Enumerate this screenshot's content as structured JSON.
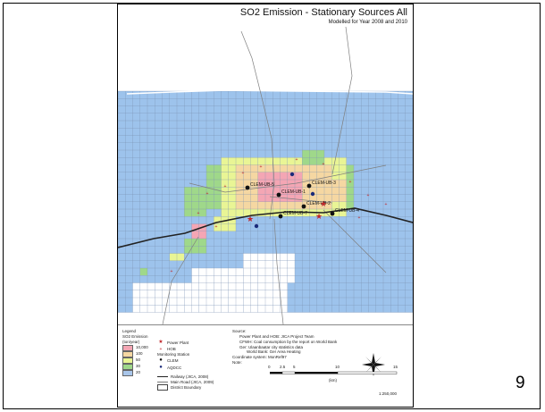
{
  "map": {
    "title": "SO2 Emission - Stationary Sources All",
    "subtitle": "Modelled for Year 2008 and 2010",
    "colors": {
      "grid_fill": "#9dc3ec",
      "grid_line": "#7a8fb0",
      "c_10000": "#f4a6b4",
      "c_100": "#f5d7a2",
      "c_50": "#e9f595",
      "c_30": "#9fd88a",
      "c_20": "#a9c6ea",
      "district_boundary": "#ffffff",
      "railway": "#222222",
      "main_road": "#7f7f7f"
    },
    "station_labels": [
      "CLEM-UB-1",
      "CLEM-UB-2",
      "CLEM-UB-3",
      "CLEM-UB-4",
      "CLEM-UB-5",
      "CLEM-UB-7"
    ]
  },
  "legend": {
    "heading": "Legend",
    "emission_title": "SO2 Emission",
    "emission_unit": "(ton/year)",
    "classes": [
      "10,000",
      "100",
      "50",
      "30",
      "20"
    ],
    "power_plant": "Power Plant",
    "hob": "HOB",
    "monitoring_title": "Monitoring Station",
    "clem": "CLEM",
    "aqdcc": "AQDCC",
    "railway": "Railway (JICA, 2008)",
    "main_road": "Main Road (JICA, 2009)",
    "district_boundary": "District Boundary"
  },
  "source": {
    "label": "Source:",
    "lines": [
      "Power Plant and HOB: JICA Project Team",
      "CFWH: Coal consumption by the report on World Bank",
      "Ger: Ulaanbaatar city statistics data",
      "World Bank: Ger Area Heating"
    ],
    "coordinate": "Coordinate system: MonRef97",
    "note": "Note:"
  },
  "scalebar": {
    "ticks": [
      "0",
      "2.5",
      "5",
      "10",
      "15"
    ],
    "unit": "(km)",
    "ratio": "1:250,000"
  },
  "slide": {
    "page_number": "9"
  }
}
